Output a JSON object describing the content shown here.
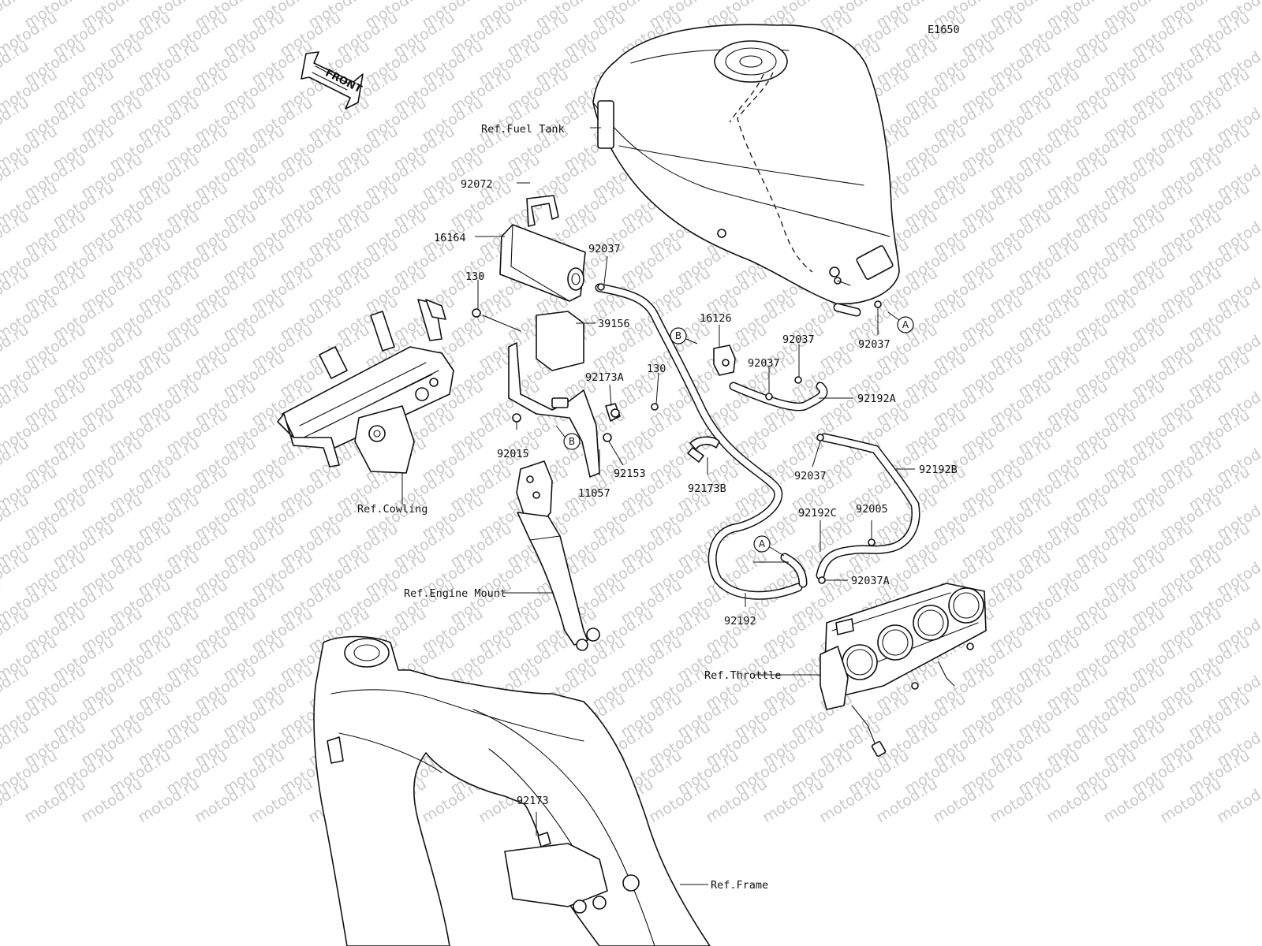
{
  "diagram_code": "E1650",
  "front_label": "FRONT",
  "watermark": "motod.ru",
  "references": {
    "fuel_tank": "Ref.Fuel Tank",
    "cowling": "Ref.Cowling",
    "engine_mount": "Ref.Engine Mount",
    "throttle": "Ref.Throttle",
    "frame": "Ref.Frame"
  },
  "connection_markers": {
    "a": "A",
    "b": "B"
  },
  "parts": {
    "p92072": "92072",
    "p16164": "16164",
    "p92037_canister": "92037",
    "p130_left": "130",
    "p39156": "39156",
    "p92173A": "92173A",
    "p130_right": "130",
    "p92015": "92015",
    "p92153": "92153",
    "p11057": "11057",
    "p16126": "16126",
    "p92037_valve_top": "92037",
    "p92037_valve": "92037",
    "p92192A": "92192A",
    "p92037_tank": "92037",
    "p92037_lower": "92037",
    "p92192B": "92192B",
    "p92173B": "92173B",
    "p92192C": "92192C",
    "p92005": "92005",
    "p92037A": "92037A",
    "p92192": "92192",
    "p92173": "92173"
  }
}
